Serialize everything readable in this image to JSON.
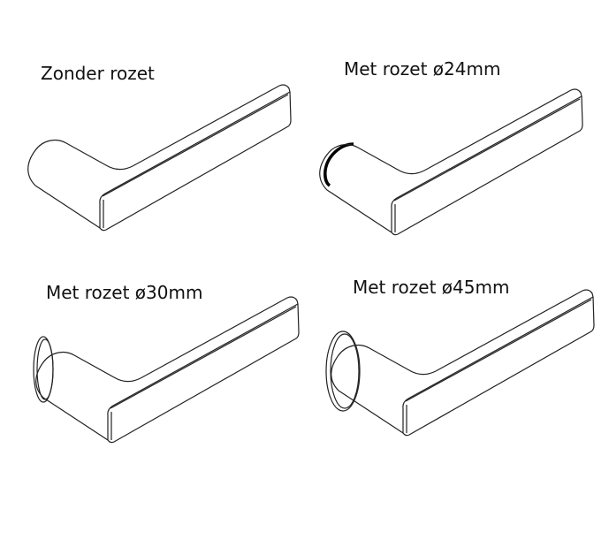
{
  "variants": [
    {
      "label": "Zonder rozet",
      "rosette": "none"
    },
    {
      "label": "Met rozet ø24mm",
      "rosette": "24mm"
    },
    {
      "label": "Met rozet ø30mm",
      "rosette": "30mm"
    },
    {
      "label": "Met rozet ø45mm",
      "rosette": "45mm"
    }
  ]
}
